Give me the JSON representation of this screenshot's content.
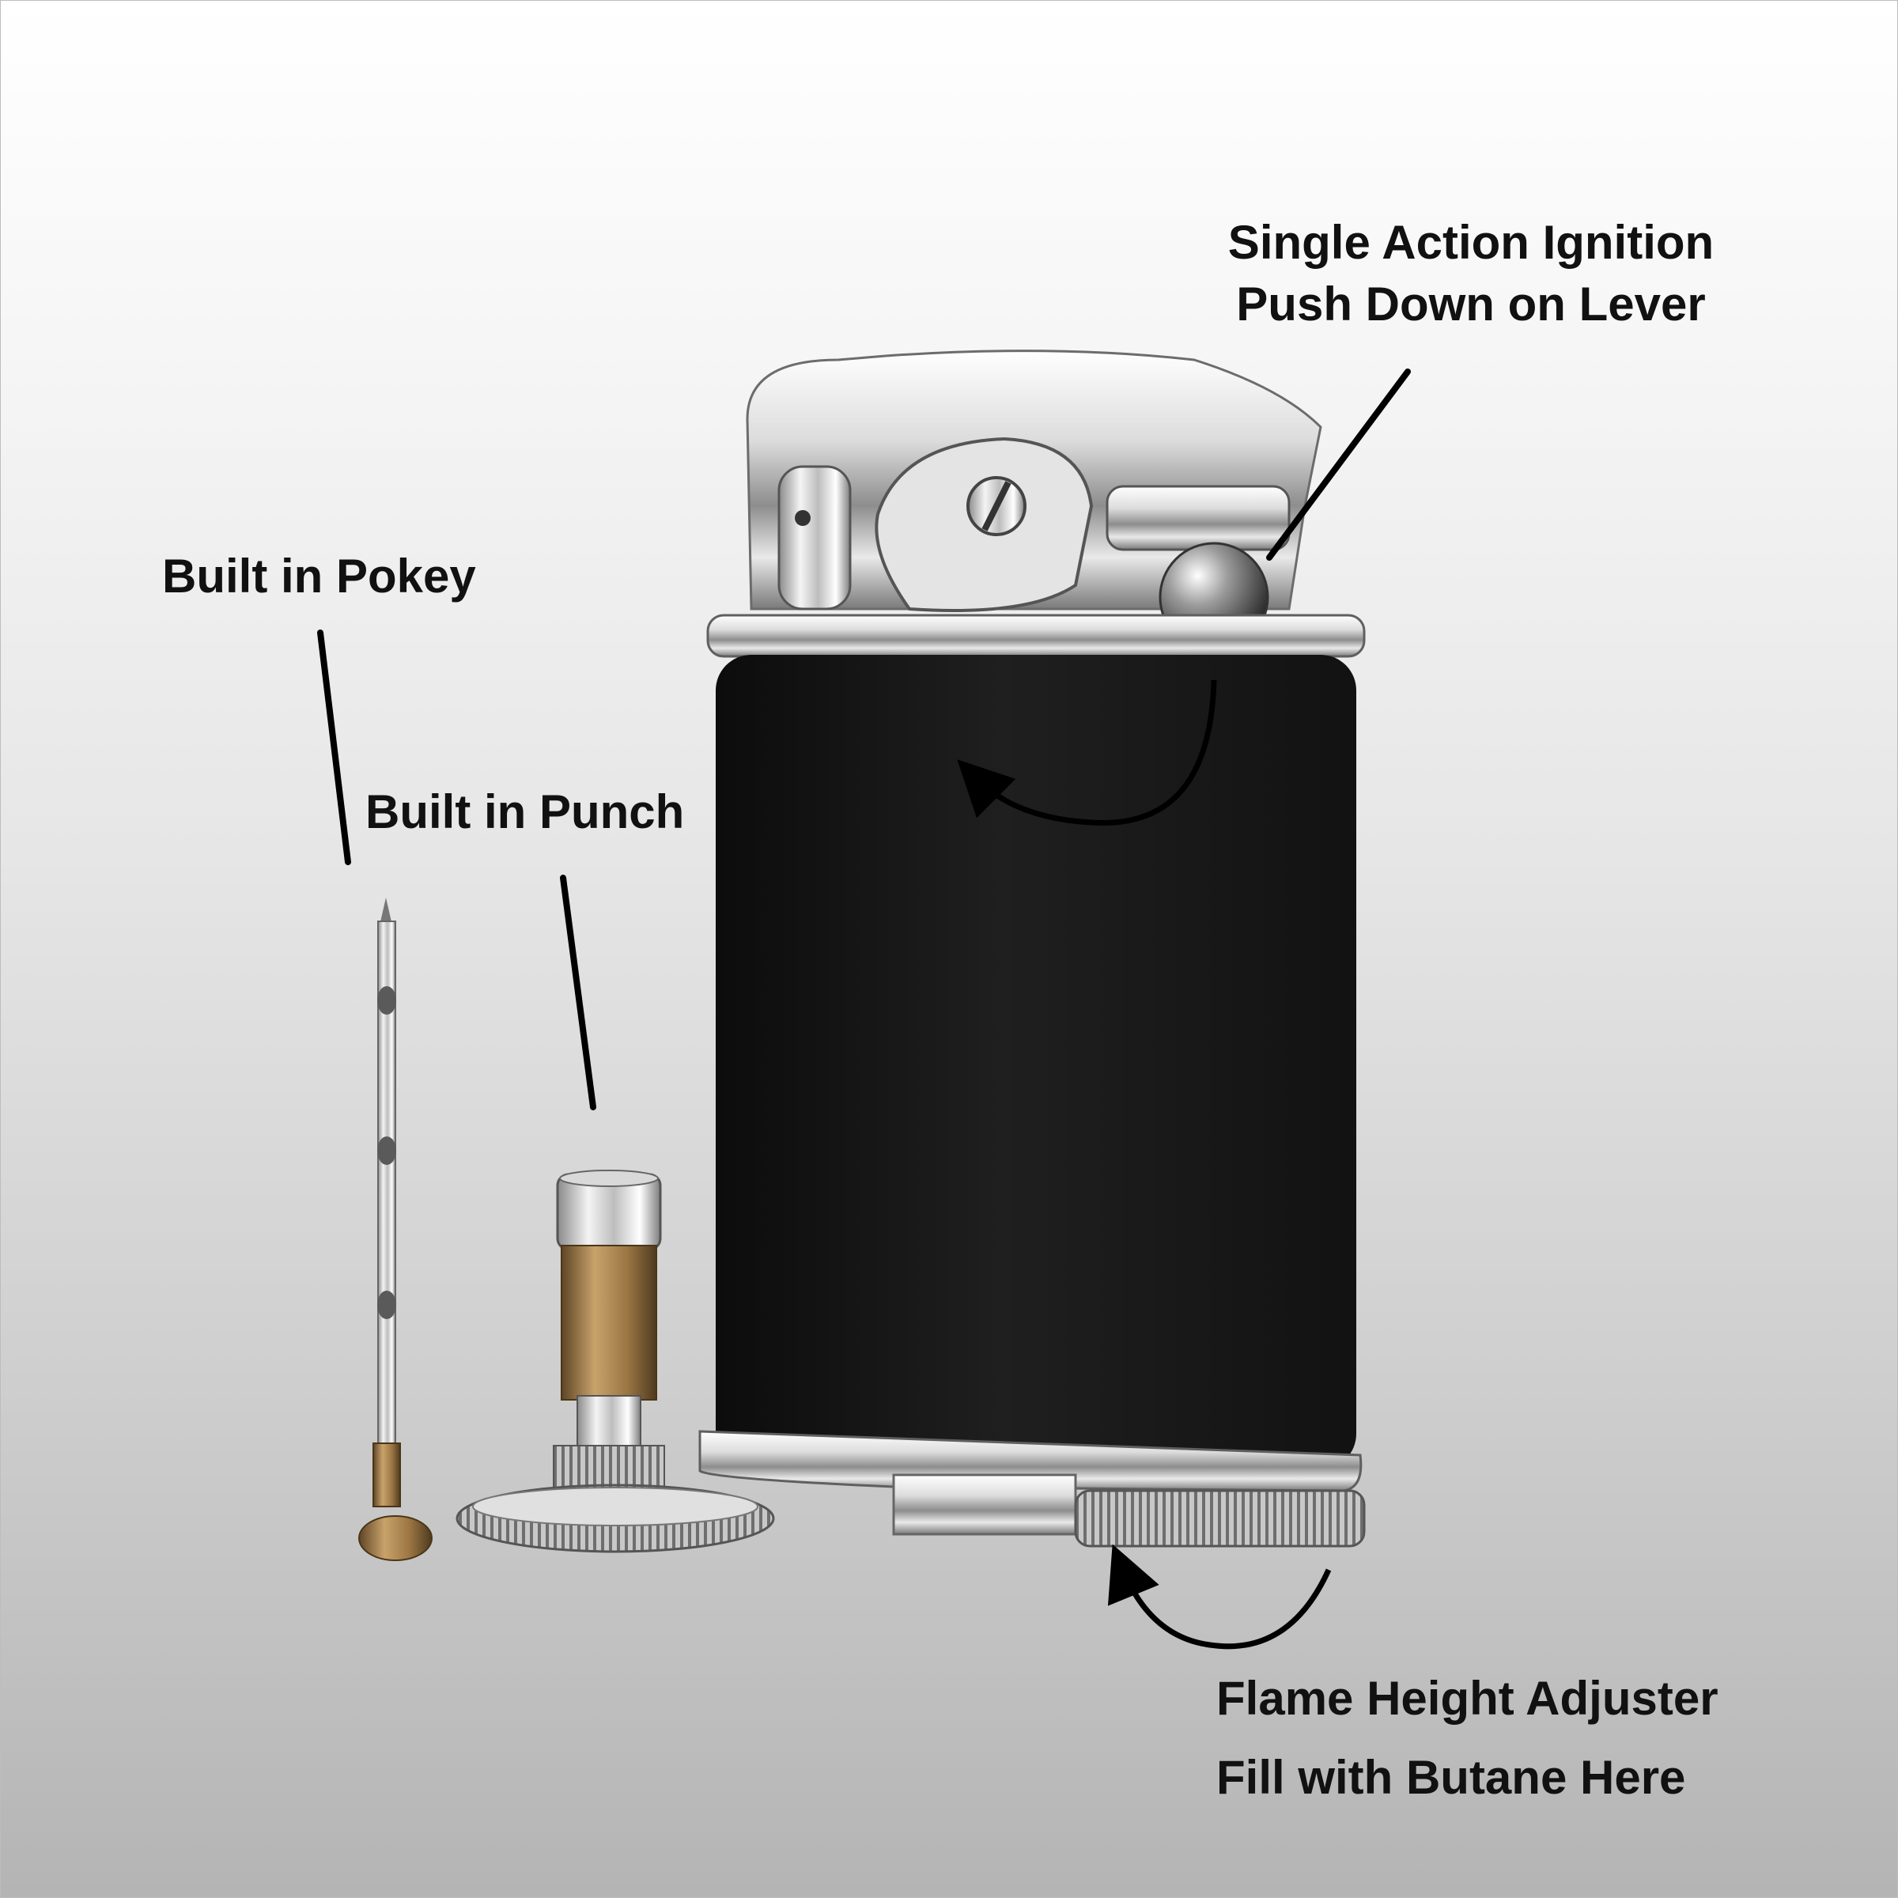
{
  "annotations": {
    "ignition": {
      "line1": "Single Action Ignition",
      "line2": "Push Down on Lever"
    },
    "pokey": "Built in Pokey",
    "punch": "Built in Punch",
    "flame": {
      "line1": "Flame Height Adjuster",
      "line2": "Fill with Butane Here"
    }
  },
  "colors": {
    "body": "#1a1a1a",
    "chrome": "#d6d6d6",
    "brass": "#a8824c",
    "text": "#111111"
  }
}
